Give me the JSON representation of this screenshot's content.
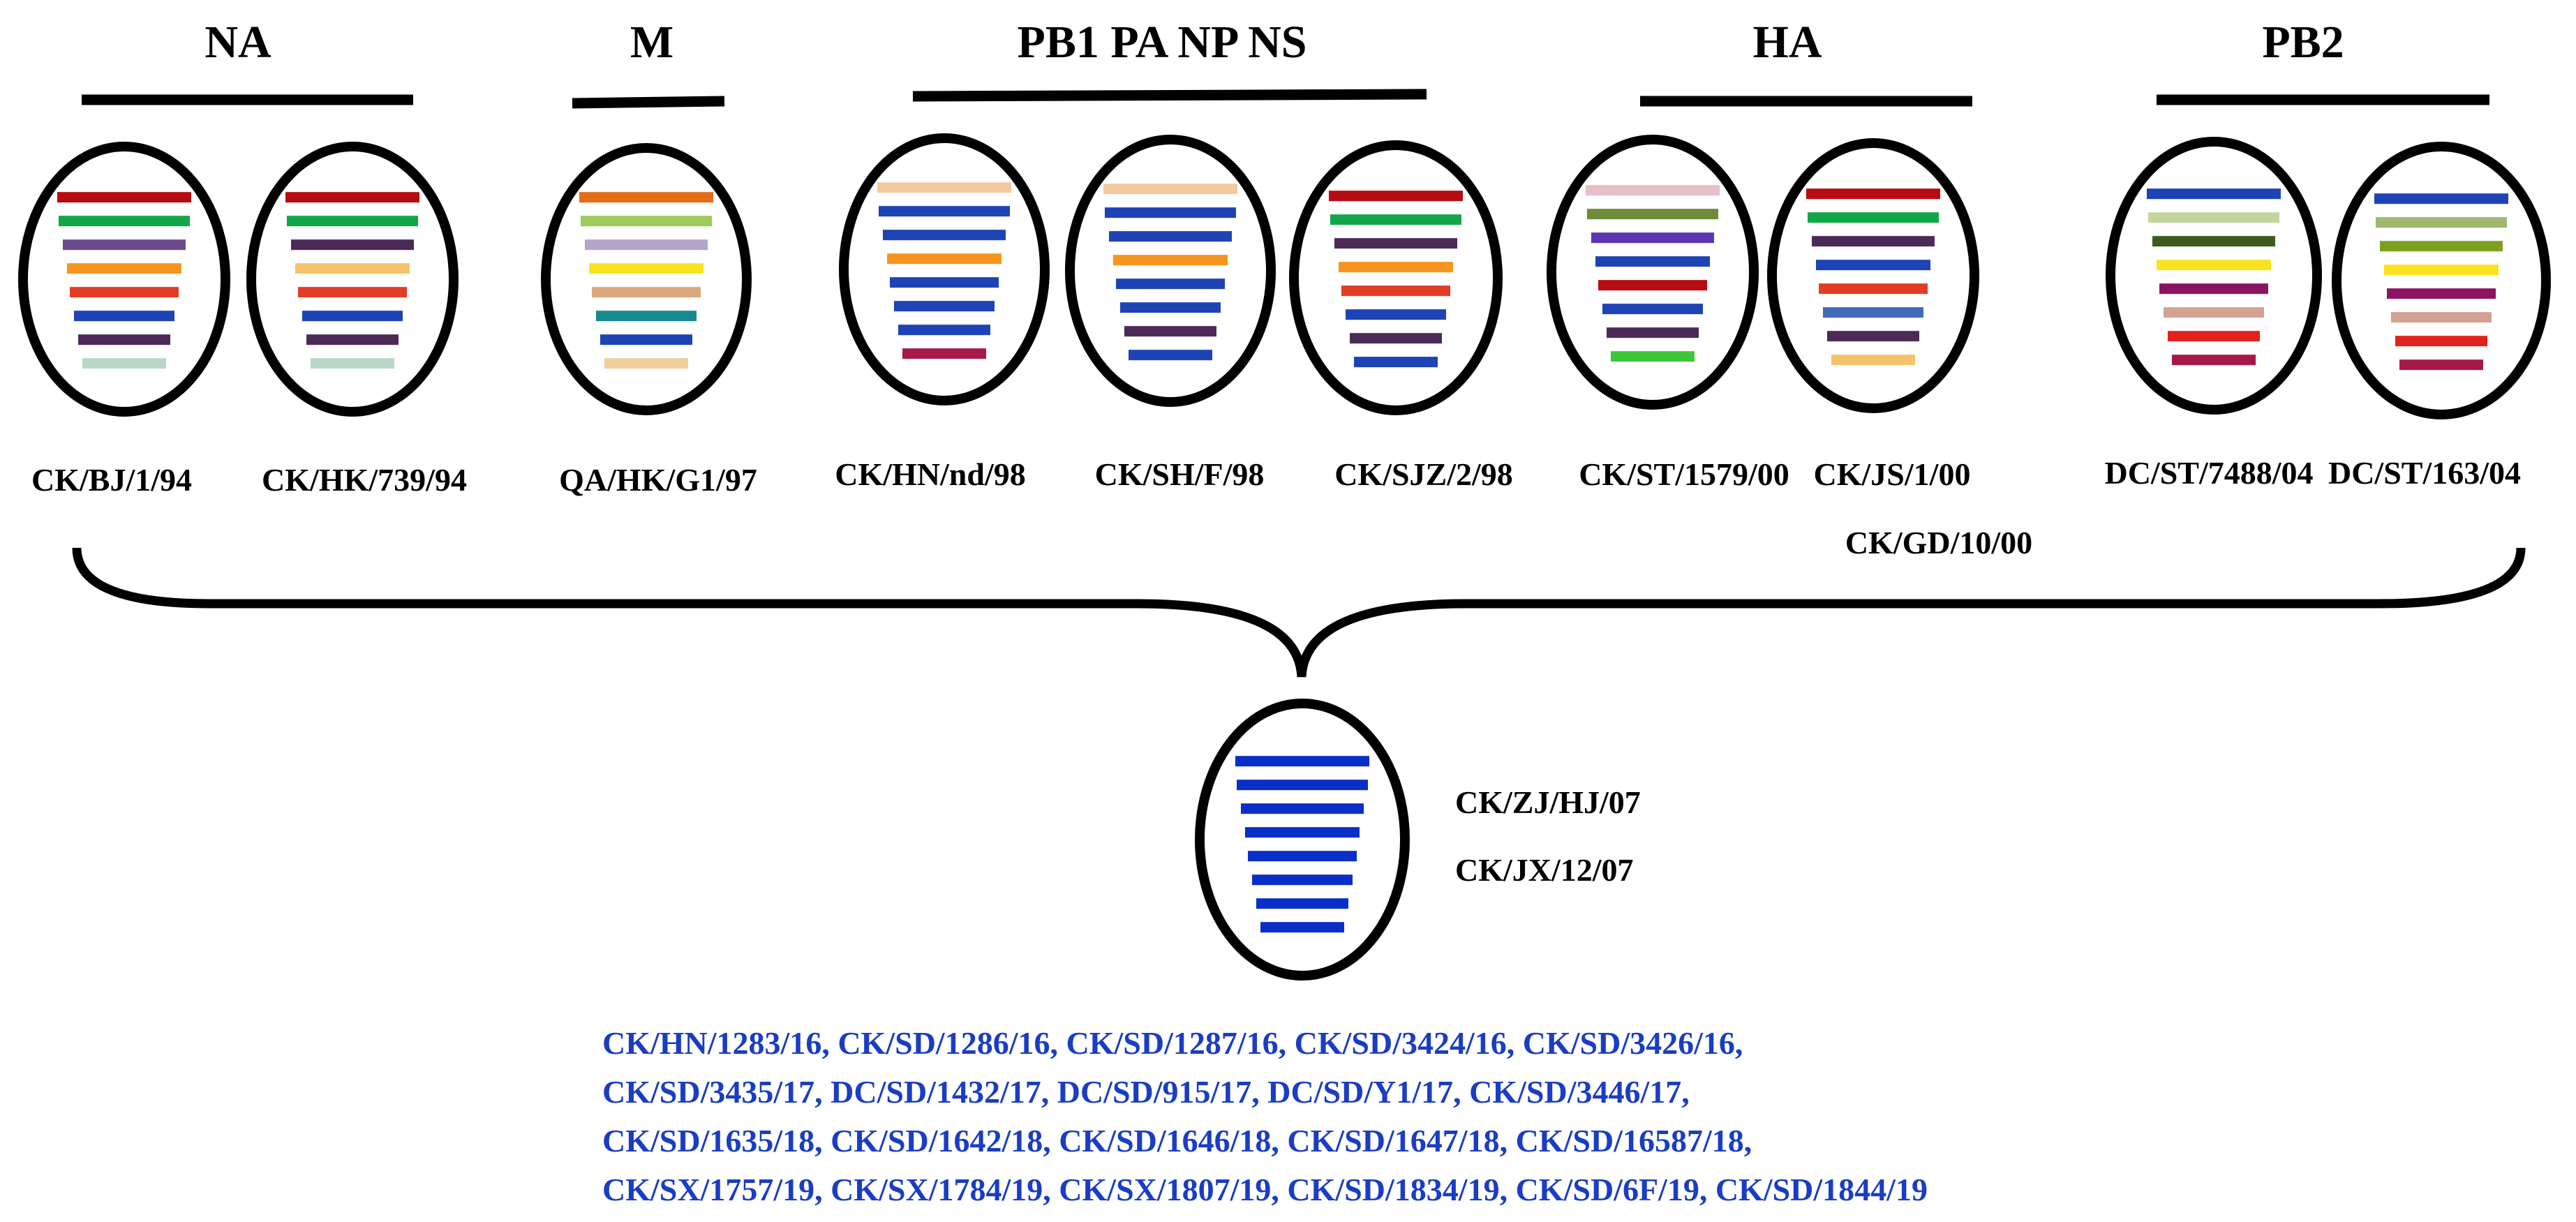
{
  "colors": {
    "ink": "#000000",
    "descendant_strain_text": "#1a3dc4",
    "descendant_segments": "#0a2ec8"
  },
  "groups": [
    {
      "label": "NA"
    },
    {
      "label": "M"
    },
    {
      "label": "PB1 PA NP NS"
    },
    {
      "label": "HA"
    },
    {
      "label": "PB2"
    }
  ],
  "donors": [
    {
      "group": 0,
      "strains": [
        "CK/BJ/1/94"
      ],
      "segments": [
        "#b50d12",
        "#13a649",
        "#6a4a8c",
        "#f7941e",
        "#e23c25",
        "#1d43b5",
        "#4b2b55",
        "#b9d8c7"
      ]
    },
    {
      "group": 0,
      "strains": [
        "CK/HK/739/94"
      ],
      "segments": [
        "#b50d12",
        "#13a649",
        "#4b2b55",
        "#f5c46a",
        "#e23c25",
        "#1d43b5",
        "#4b2b55",
        "#b9d8c7"
      ]
    },
    {
      "group": 1,
      "strains": [
        "QA/HK/G1/97"
      ],
      "segments": [
        "#e26d17",
        "#9ccb59",
        "#b4a5cd",
        "#fae21e",
        "#dba77a",
        "#158a8d",
        "#1d43b5",
        "#efd09a"
      ]
    },
    {
      "group": 2,
      "strains": [
        "CK/HN/nd/98"
      ],
      "segments": [
        "#f4c9a0",
        "#1d43b5",
        "#1d43b5",
        "#f7941e",
        "#1d43b5",
        "#1d43b5",
        "#1d43b5",
        "#a7184a"
      ]
    },
    {
      "group": 2,
      "strains": [
        "CK/SH/F/98"
      ],
      "segments": [
        "#f4c9a0",
        "#1d43b5",
        "#1d43b5",
        "#f7941e",
        "#1d43b5",
        "#1d43b5",
        "#4b2b55",
        "#1d43b5"
      ]
    },
    {
      "group": 2,
      "strains": [
        "CK/SJZ/2/98"
      ],
      "segments": [
        "#b50d12",
        "#13a649",
        "#4b2b55",
        "#f7941e",
        "#e23c25",
        "#1d43b5",
        "#4b2b55",
        "#1d43b5"
      ]
    },
    {
      "group": 3,
      "strains": [
        "CK/ST/1579/00"
      ],
      "segments": [
        "#e8bfc7",
        "#6f8a38",
        "#5a35b5",
        "#1d43b5",
        "#b50d12",
        "#1d43b5",
        "#4b2b55",
        "#3ec73a"
      ]
    },
    {
      "group": 3,
      "strains": [
        "CK/JS/1/00",
        "CK/GD/10/00"
      ],
      "segments": [
        "#b50d12",
        "#13a649",
        "#4b2b55",
        "#1d43b5",
        "#e23c25",
        "#3f6bb8",
        "#4b2b55",
        "#f5c46a"
      ]
    },
    {
      "group": 4,
      "strains": [
        "DC/ST/7488/04"
      ],
      "segments": [
        "#1d43b5",
        "#c3d59a",
        "#3d5a1e",
        "#fae21e",
        "#8b1462",
        "#d4a293",
        "#e2221e",
        "#a7184a"
      ]
    },
    {
      "group": 4,
      "strains": [
        "DC/ST/163/04"
      ],
      "segments": [
        "#1d43b5",
        "#9fb86e",
        "#7ea020",
        "#fae21e",
        "#8b1462",
        "#d4a293",
        "#e2221e",
        "#a7184a"
      ]
    }
  ],
  "descendant": {
    "strains": [
      "CK/ZJ/HJ/07",
      "CK/JX/12/07"
    ],
    "segment_count": 8
  },
  "descendant_list": [
    "CK/HN/1283/16, CK/SD/1286/16, CK/SD/1287/16, CK/SD/3424/16, CK/SD/3426/16,",
    "CK/SD/3435/17, DC/SD/1432/17, DC/SD/915/17, DC/SD/Y1/17, CK/SD/3446/17,",
    "CK/SD/1635/18, CK/SD/1642/18, CK/SD/1646/18, CK/SD/1647/18, CK/SD/16587/18,",
    "CK/SX/1757/19, CK/SX/1784/19, CK/SX/1807/19, CK/SD/1834/19, CK/SD/6F/19, CK/SD/1844/19"
  ]
}
